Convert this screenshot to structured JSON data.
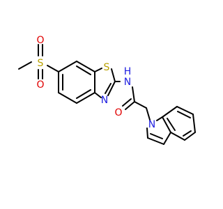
{
  "molecule": {
    "atoms": {
      "s_sulfonyl": "S",
      "o_sulfonyl_top": "O",
      "o_sulfonyl_bottom": "O",
      "s_thiazole": "S",
      "n_thiazole": "N",
      "nh_amide": "N",
      "h_amide": "H",
      "o_carbonyl": "O",
      "n_indole": "N"
    },
    "colors": {
      "bond": "#000000",
      "sulfur": "#B8A000",
      "oxygen": "#E00000",
      "nitrogen": "#2020E0"
    }
  }
}
